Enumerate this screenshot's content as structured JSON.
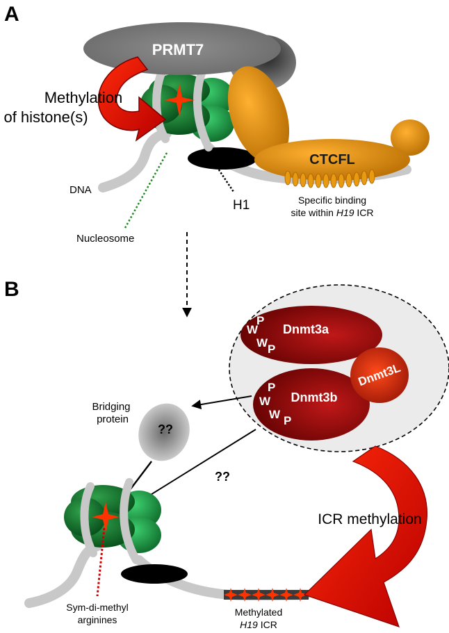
{
  "panel_a": {
    "letter": "A",
    "prmt7": "PRMT7",
    "methylation_line1": "Methylation",
    "methylation_line2": "of histone(s)",
    "ctcfl": "CTCFL",
    "dna": "DNA",
    "h1": "H1",
    "binding_line1": "Specific binding",
    "binding_line2_pre": "site within ",
    "binding_line2_gene": "H19",
    "binding_line2_post": " ICR",
    "nucleosome": "Nucleosome"
  },
  "panel_b": {
    "letter": "B",
    "dnmt3a": "Dnmt3a",
    "dnmt3b": "Dnmt3b",
    "dnmt3l": "Dnmt3L",
    "pwwp_p": "P",
    "pwwp_w": "W",
    "bridging_line1": "Bridging",
    "bridging_line2": "protein",
    "unknown_bridge": "??",
    "unknown_arrow": "??",
    "icr_methylation": "ICR methylation",
    "symdimethyl_line1": "Sym-di-methyl",
    "symdimethyl_line2": "arginines",
    "methylated_line1": "Methylated",
    "methylated_gene": "H19",
    "methylated_post": " ICR"
  },
  "colors": {
    "prmt7": "#7f7f7f",
    "ctcfl": "#cc8000",
    "nucleosome": "#1e8a3c",
    "dna": "#c8c8c8",
    "dnmt": "#8b0000",
    "dnmt3l": "#e03010",
    "methylation_arrow": "#e01a0a",
    "star": "#ff3300"
  }
}
